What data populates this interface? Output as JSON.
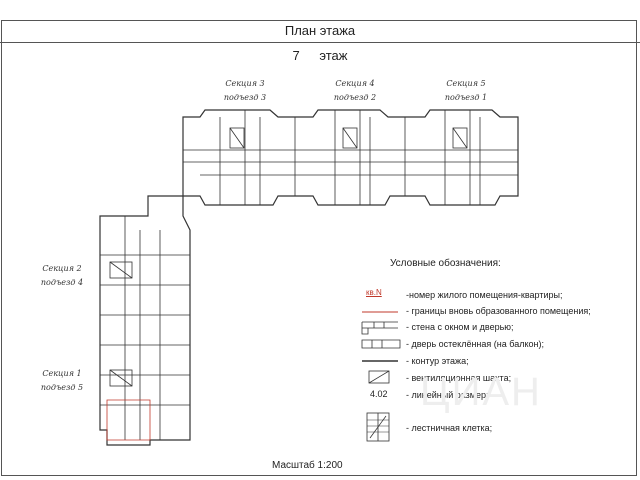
{
  "title": "План этажа",
  "floor": {
    "number": "7",
    "label": "этаж"
  },
  "sections": [
    {
      "name": "Секция 3",
      "entrance": "подъезд 3"
    },
    {
      "name": "Секция 4",
      "entrance": "подъезд 2"
    },
    {
      "name": "Секция 5",
      "entrance": "подъезд 1"
    },
    {
      "name": "Секция 2",
      "entrance": "подъезд 4"
    },
    {
      "name": "Секция 1",
      "entrance": "подъезд 5"
    }
  ],
  "legend": {
    "title": "Условные обозначения:",
    "items": [
      {
        "symbol": "кв.N",
        "text": "-номер жилого помещения-квартиры;"
      },
      {
        "symbol": "",
        "text": "- границы вновь образованного помещения;"
      },
      {
        "symbol": "",
        "text": "- стена с окном и дверью;"
      },
      {
        "symbol": "",
        "text": "- дверь остеклённая (на балкон);"
      },
      {
        "symbol": "",
        "text": "- контур этажа;"
      },
      {
        "symbol": "",
        "text": "- вентиляционная шахта;"
      },
      {
        "symbol": "4.02",
        "text": "- линейный размер;"
      },
      {
        "symbol": "",
        "text": "- лестничная клетка;"
      }
    ]
  },
  "scale": "Масштаб 1:200",
  "watermark": "ЦИАН",
  "colors": {
    "line": "#333333",
    "boundary": "#c0392b"
  }
}
